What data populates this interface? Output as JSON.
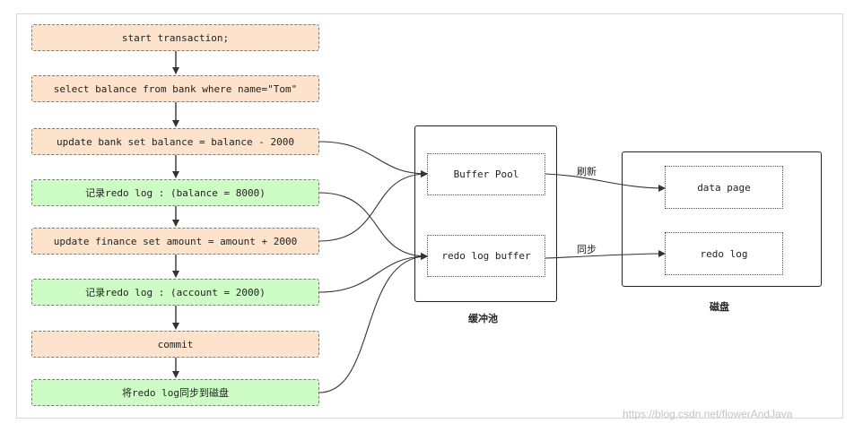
{
  "steps": [
    {
      "label": "start transaction;",
      "kind": "transaction"
    },
    {
      "label": "select balance from bank where name=\"Tom\"",
      "kind": "transaction"
    },
    {
      "label": "update bank set balance = balance - 2000",
      "kind": "transaction"
    },
    {
      "label": "记录redo log : (balance = 8000)",
      "kind": "redo-record"
    },
    {
      "label": "update finance set amount = amount + 2000",
      "kind": "transaction"
    },
    {
      "label": "记录redo log : (account = 2000)",
      "kind": "redo-record"
    },
    {
      "label": "commit",
      "kind": "transaction"
    },
    {
      "label": "将redo log同步到磁盘",
      "kind": "redo-record"
    }
  ],
  "buffer_area": {
    "caption": "缓冲池",
    "buffer_pool": "Buffer Pool",
    "redo_log_buffer": "redo log buffer"
  },
  "disk_area": {
    "caption": "磁盘",
    "data_page": "data page",
    "redo_log": "redo log"
  },
  "edge_labels": {
    "flush": "刷新",
    "sync": "同步"
  },
  "credit": "https://blog.csdn.net/flowerAndJava",
  "colors": {
    "transaction_fill": "#fde3cb",
    "redo_fill": "#cdfdc4",
    "line": "#333333"
  }
}
